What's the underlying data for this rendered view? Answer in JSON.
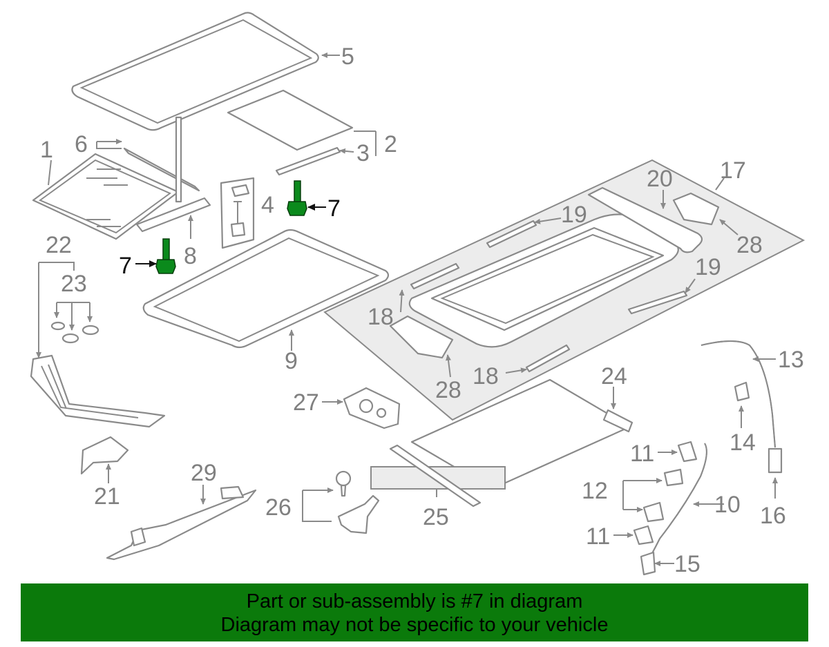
{
  "callouts": {
    "c1": "1",
    "c2": "2",
    "c3": "3",
    "c4": "4",
    "c5": "5",
    "c6": "6",
    "c7a": "7",
    "c7b": "7",
    "c8": "8",
    "c9": "9",
    "c10": "10",
    "c11a": "11",
    "c11b": "11",
    "c12": "12",
    "c13": "13",
    "c14": "14",
    "c15": "15",
    "c16": "16",
    "c17": "17",
    "c18a": "18",
    "c18b": "18",
    "c19a": "19",
    "c19b": "19",
    "c20": "20",
    "c21": "21",
    "c22": "22",
    "c23": "23",
    "c24": "24",
    "c25": "25",
    "c26": "26",
    "c27": "27",
    "c28a": "28",
    "c28b": "28",
    "c29": "29"
  },
  "highlighted_part": "7",
  "highlight_color": "#0b8a1c",
  "banner": {
    "line1": "Part or sub-assembly is #7 in diagram",
    "line2": "Diagram may not be specific to your vehicle",
    "background": "#0b7a0b"
  }
}
